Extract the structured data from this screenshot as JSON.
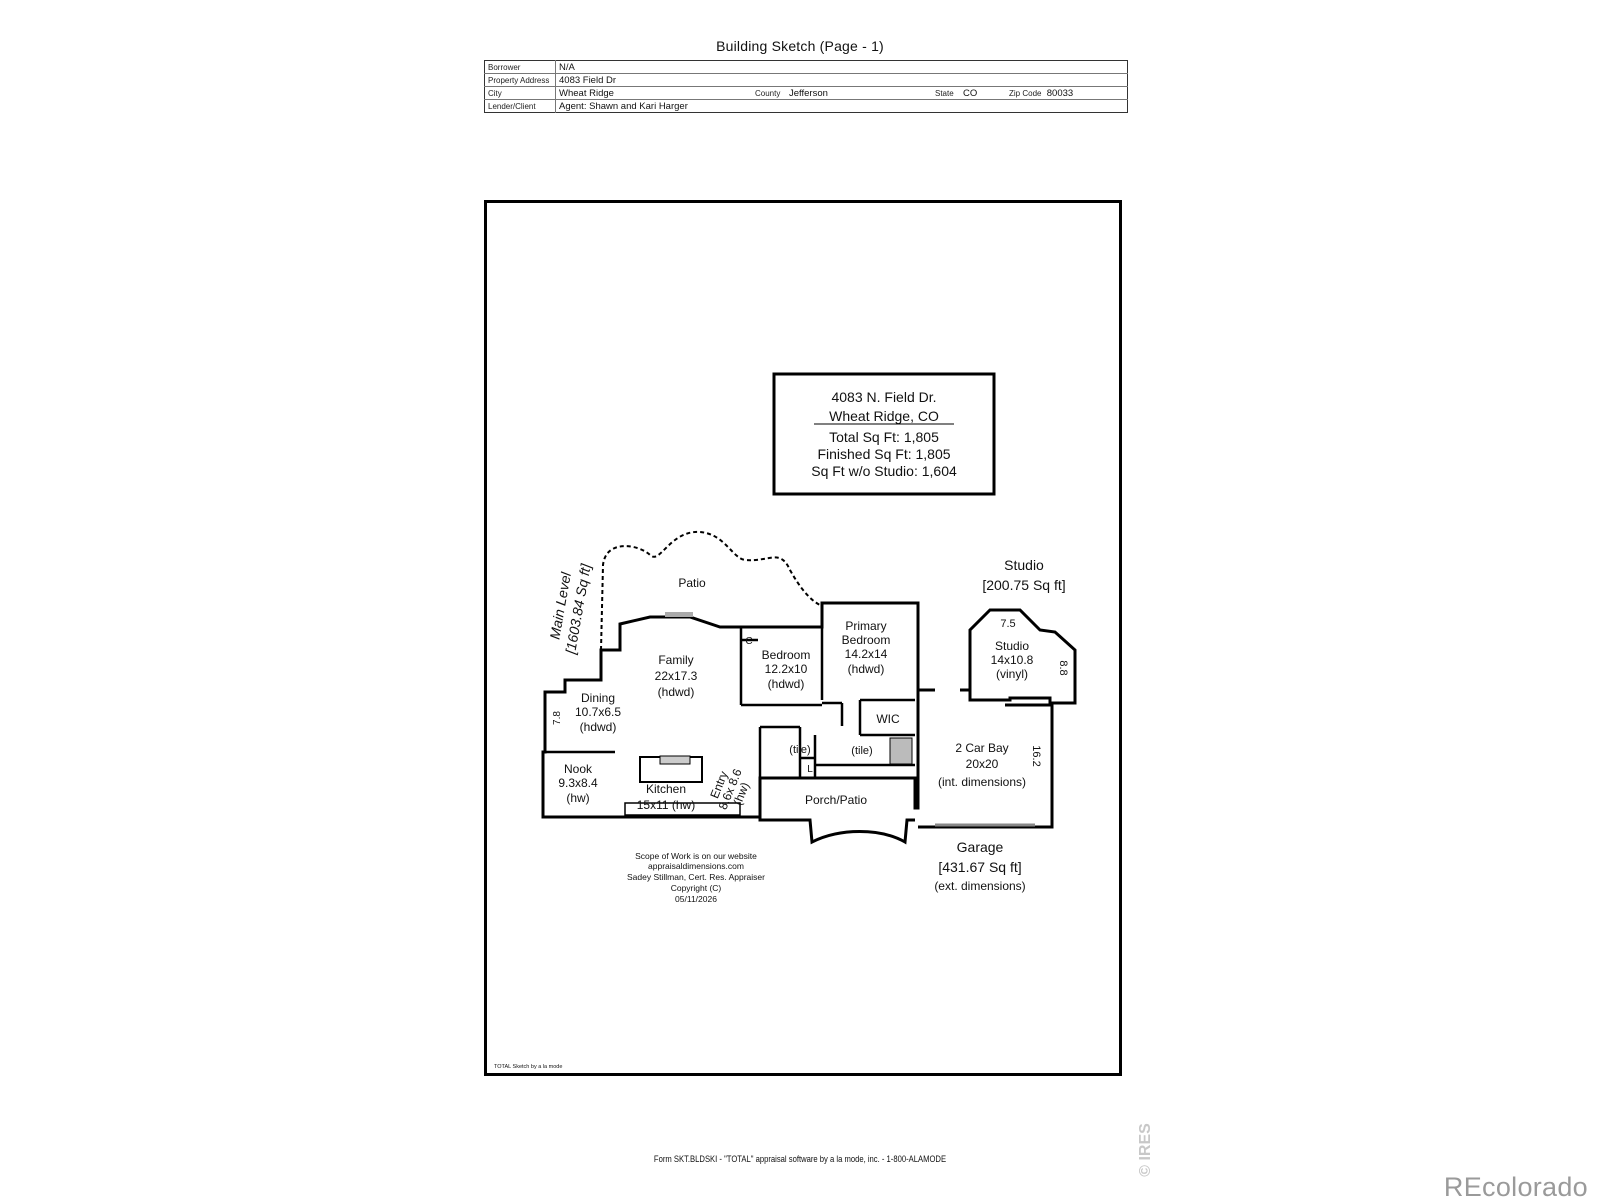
{
  "header": {
    "title": "Building Sketch (Page - 1)"
  },
  "info": {
    "borrower_label": "Borrower",
    "borrower": "N/A",
    "address_label": "Property Address",
    "address": "4083 Field Dr",
    "city_label": "City",
    "city": "Wheat Ridge",
    "county_label": "County",
    "county": "Jefferson",
    "state_label": "State",
    "state": "CO",
    "zip_label": "Zip Code",
    "zip": "80033",
    "lender_label": "Lender/Client",
    "lender": "Agent: Shawn and Kari Harger"
  },
  "summary": {
    "line1": "4083 N. Field Dr.",
    "line2": "Wheat Ridge, CO",
    "line3": "Total Sq Ft: 1,805",
    "line4": "Finished Sq Ft: 1,805",
    "line5": "Sq Ft w/o Studio: 1,604"
  },
  "areas": {
    "main_level_1": "Main Level",
    "main_level_2": "[1603.84 Sq ft]",
    "studio_1": "Studio",
    "studio_2": "[200.75 Sq ft]",
    "garage_1": "Garage",
    "garage_2": "[431.67 Sq ft]",
    "garage_3": "(ext. dimensions)"
  },
  "rooms": {
    "patio": "Patio",
    "family_1": "Family",
    "family_2": "22x17.3",
    "family_3": "(hdwd)",
    "closet": "C",
    "bedroom_1": "Bedroom",
    "bedroom_2": "12.2x10",
    "bedroom_3": "(hdwd)",
    "primary_1": "Primary",
    "primary_2": "Bedroom",
    "primary_3": "14.2x14",
    "primary_4": "(hdwd)",
    "wic": "WIC",
    "dining_1": "Dining",
    "dining_2": "10.7x6.5",
    "dining_3": "(hdwd)",
    "dining_dim": "7.8",
    "nook_1": "Nook",
    "nook_2": "9.3x8.4",
    "nook_3": "(hw)",
    "kitchen_1": "Kitchen",
    "kitchen_2": "15x11 (hw)",
    "entry_1": "Entry",
    "entry_2": "8.6x 8.6",
    "entry_3": "(hw)",
    "bath1": "(tile)",
    "bath2": "(tile)",
    "laundry": "L",
    "porch": "Porch/Patio",
    "studio_room_1": "Studio",
    "studio_room_2": "14x10.8",
    "studio_room_3": "(vinyl)",
    "studio_dim_top": "7.5",
    "studio_dim_side": "8.8",
    "garage_room_1": "2 Car Bay",
    "garage_room_2": "20x20",
    "garage_room_3": "(int. dimensions)",
    "garage_dim": "16.2"
  },
  "scope": {
    "line1": "Scope of Work is on our website",
    "line2": "appraisaldimensions.com",
    "line3": "Sadey Stillman, Cert. Res. Appraiser",
    "line4": "Copyright (C)",
    "line5": "05/11/2026"
  },
  "sketch_credit": "TOTAL Sketch by a la mode",
  "footer": {
    "form_line": "Form SKT.BLDSKI - \"TOTAL\" appraisal software by a la mode, inc. - 1-800-ALAMODE",
    "watermark": "© IRES",
    "brand": "REcolorado"
  }
}
